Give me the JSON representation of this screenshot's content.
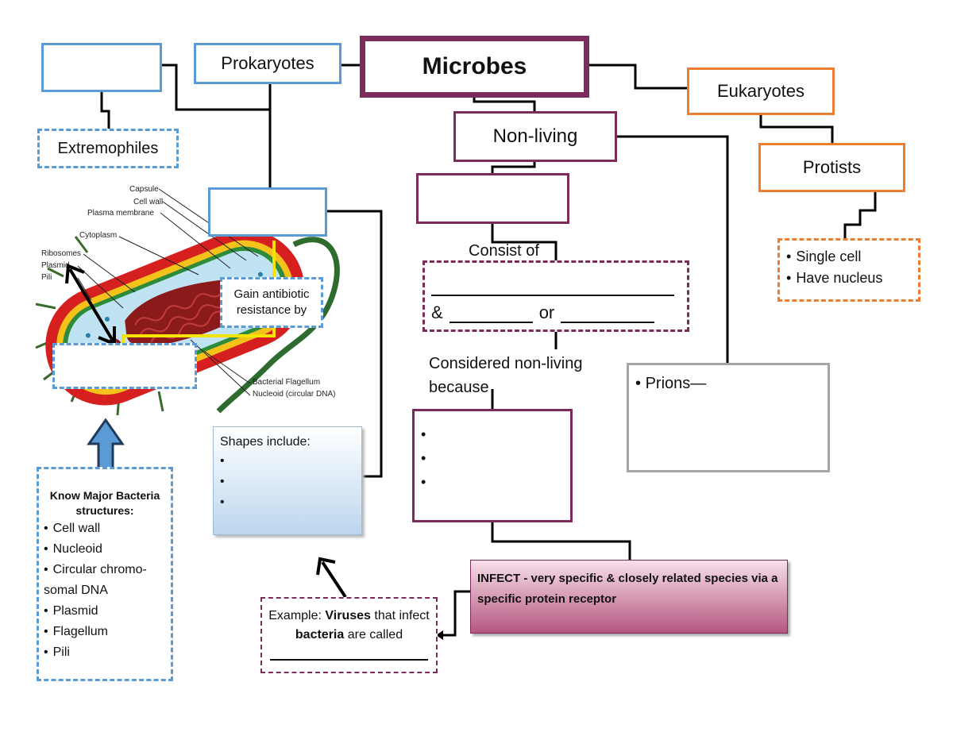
{
  "nodes": {
    "microbes": "Microbes",
    "prokaryotes": "Prokaryotes",
    "eukaryotes": "Eukaryotes",
    "non_living": "Non-living",
    "protists": "Protists",
    "extremophiles": "Extremophiles",
    "consist_of": "Consist of",
    "considered_nonliving": "Considered non-living because",
    "prions": "Prions—",
    "shapes_title": "Shapes include:",
    "gain_antibiotic": "Gain antibiotic resistance by",
    "infect_text": "INFECT - very specific & closely related species via a specific protein receptor",
    "example_prefix": "Example: ",
    "example_viruses": "Viruses",
    "example_mid": " that infect ",
    "example_bacteria": "bacteria",
    "example_suffix": " are called",
    "blank_ampersand": "&",
    "blank_or": "or"
  },
  "protist_facts": [
    "Single cell",
    "Have nucleus"
  ],
  "know_major": {
    "title": "Know Major Bacteria structures:",
    "items": [
      "Cell wall",
      "Nucleoid",
      "Circular chromo-somal DNA",
      "Plasmid",
      "Flagellum",
      "Pili"
    ]
  },
  "bacteria_labels": {
    "capsule": "Capsule",
    "cell_wall": "Cell wall",
    "plasma_membrane": "Plasma membrane",
    "cytoplasm": "Cytoplasm",
    "ribosomes": "Ribosomes",
    "plasmid": "Plasmid",
    "pili": "Pili",
    "flagellum": "Bacterial Flagellum",
    "nucleoid": "Nucleoid (circular DNA)"
  },
  "colors": {
    "blue": "#5b9bd5",
    "orange": "#ed7d31",
    "plum": "#7b2c5a",
    "gray": "#a6a6a6"
  }
}
